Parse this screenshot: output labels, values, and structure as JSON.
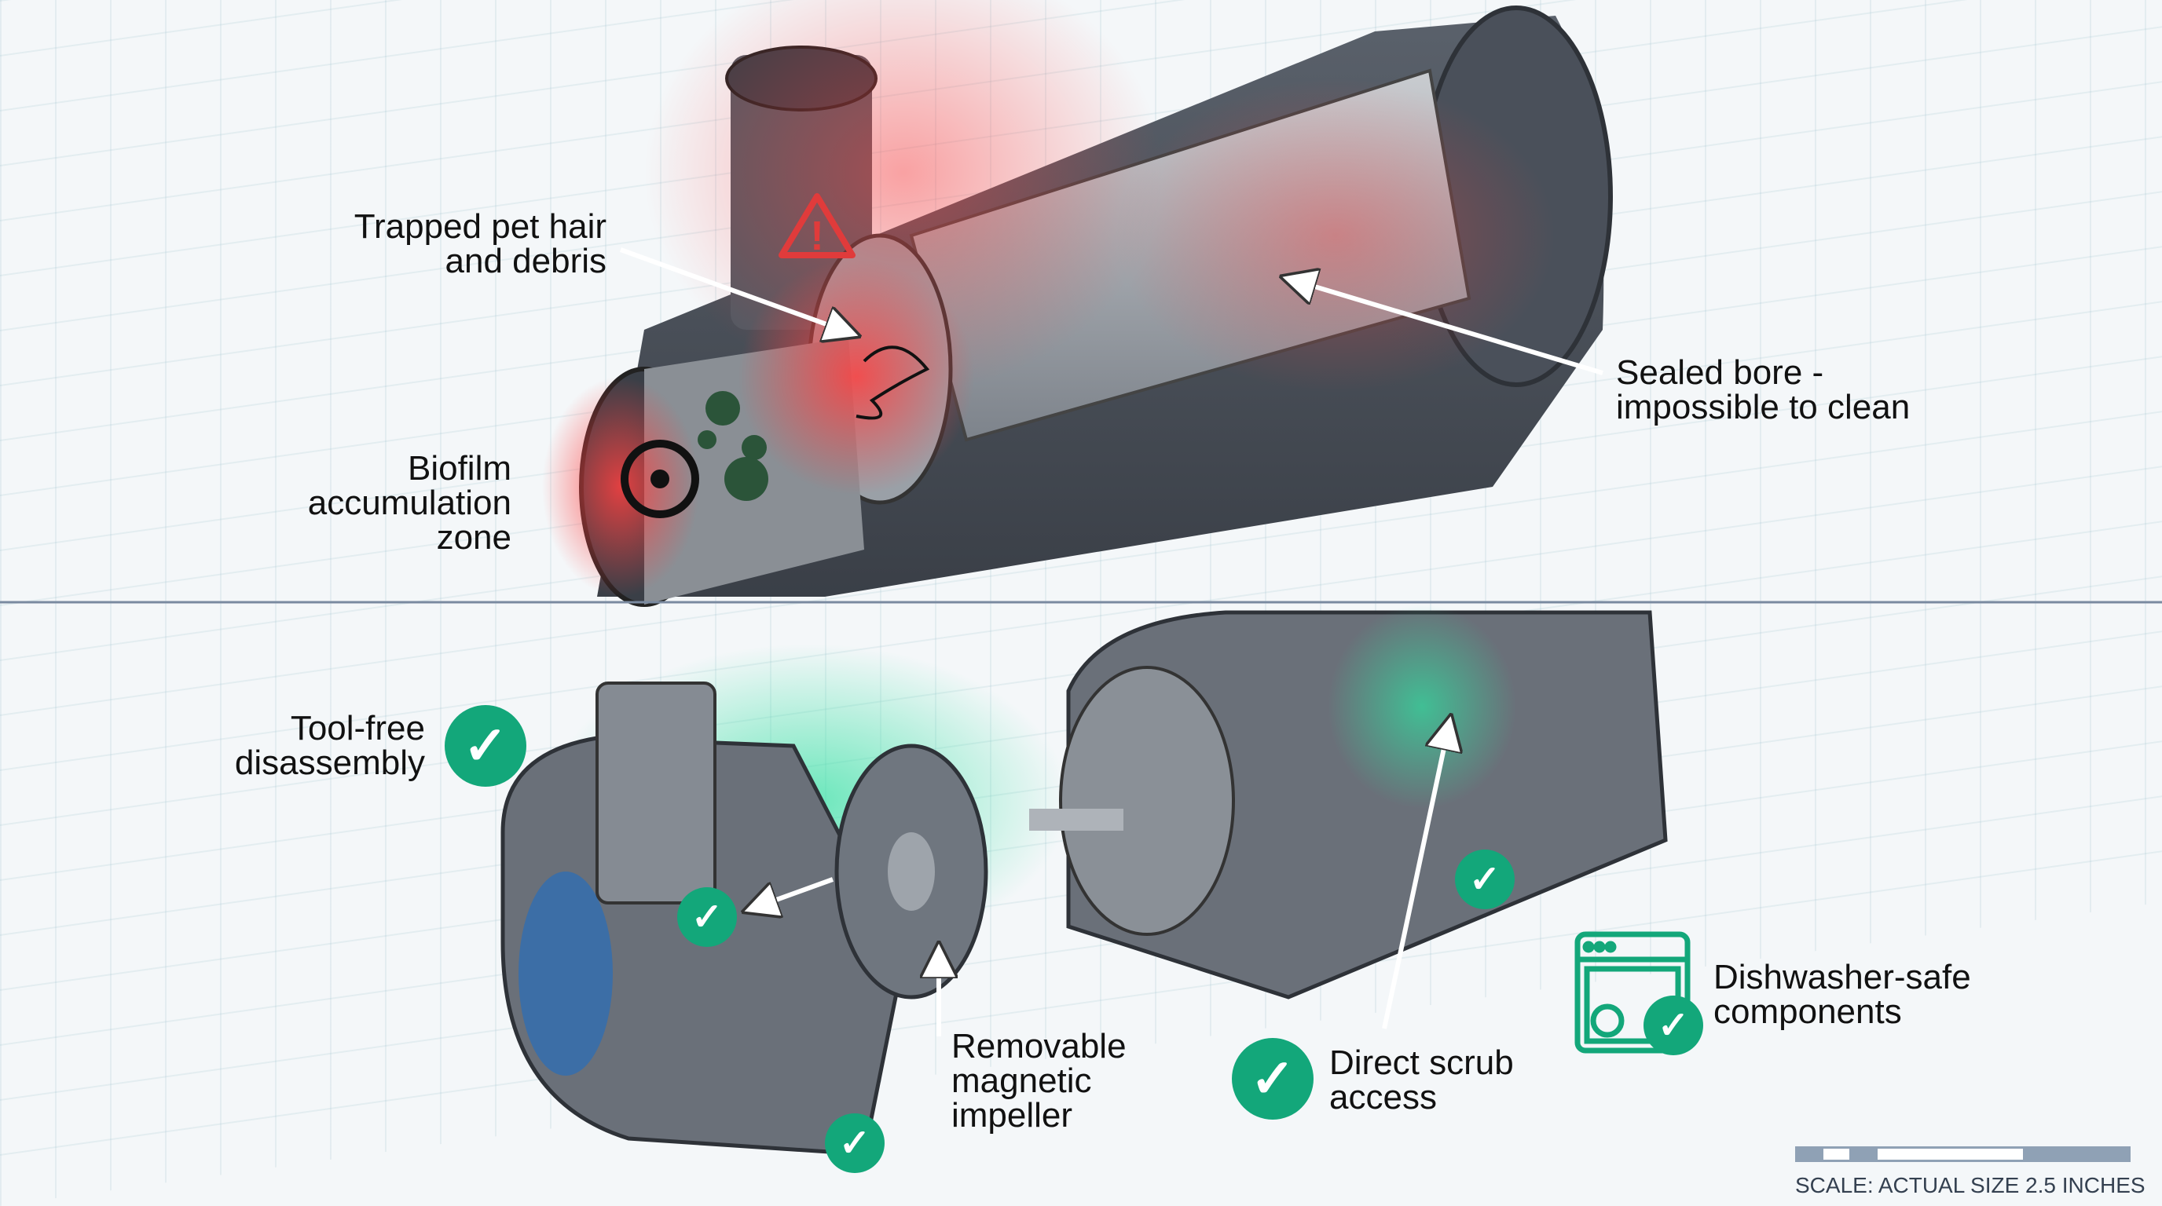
{
  "colors": {
    "accent_green": "#13a77a",
    "warning_red": "#e03b3b",
    "pump_gray": "#4a505a",
    "blue_seal": "#3c6ea6"
  },
  "top_panel": {
    "labels": {
      "trapped": [
        "Trapped pet hair",
        "and debris"
      ],
      "sealed": [
        "Sealed bore -",
        "impossible to clean"
      ],
      "biofilm": [
        "Biofilm",
        "accumulation",
        "zone"
      ]
    },
    "icons": [
      "warning-icon",
      "biohazard-icon"
    ]
  },
  "bottom_panel": {
    "labels": {
      "tool_free": [
        "Tool-free",
        "disassembly"
      ],
      "impeller": [
        "Removable",
        "magnetic",
        "impeller"
      ],
      "scrub": [
        "Direct scrub",
        "access"
      ],
      "dishwasher": [
        "Dishwasher-safe",
        "components"
      ]
    },
    "check_symbol": "✓"
  },
  "scale": {
    "text": "SCALE: ACTUAL SIZE 2.5 INCHES"
  }
}
